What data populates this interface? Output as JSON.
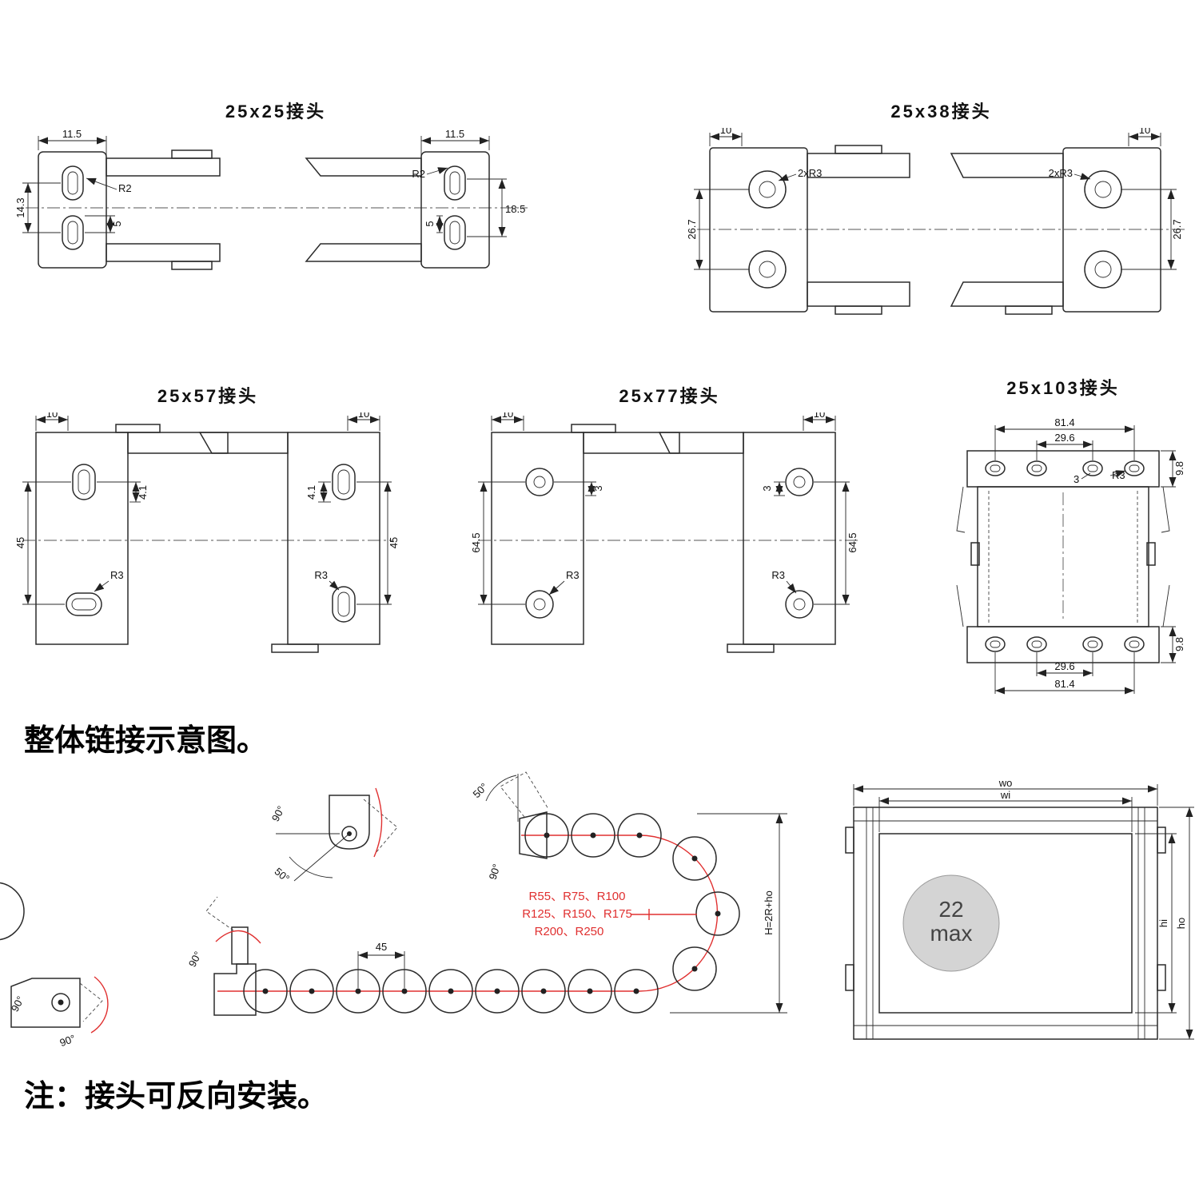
{
  "headings": {
    "schematic": "整体链接示意图。",
    "note": "注：接头可反向安装。"
  },
  "fig2525": {
    "title": "25x25接头",
    "l_w": "11.5",
    "l_h": "14.3",
    "l_s": "5",
    "l_r": "R2",
    "r_w": "11.5",
    "r_h": "18.5",
    "r_s": "5",
    "r_r": "R2"
  },
  "fig2538": {
    "title": "25x38接头",
    "l_w": "10",
    "l_h": "26.7",
    "l_r": "2xR3",
    "r_w": "10",
    "r_h": "26.7",
    "r_r": "2xR3"
  },
  "fig2557": {
    "title": "25x57接头",
    "l_w": "10",
    "l_o": "4.1",
    "l_h": "45",
    "l_r": "R3",
    "r_w": "10",
    "r_o": "4.1",
    "r_h": "45",
    "r_r": "R3"
  },
  "fig2577": {
    "title": "25x77接头",
    "l_w": "10",
    "l_o": "3",
    "l_h": "64.5",
    "l_r": "R3",
    "r_w": "10",
    "r_o": "3",
    "r_h": "64.5",
    "r_r": "R3"
  },
  "fig25103": {
    "title": "25x103接头",
    "t_w1": "81.4",
    "t_w2": "29.6",
    "t_o": "3",
    "t_r": "R3",
    "t_t": "9.8",
    "b_w2": "29.6",
    "b_w1": "81.4",
    "b_t": "9.8"
  },
  "chain": {
    "a90": "90°",
    "a50": "50°",
    "pitch": "45",
    "height": "H=2R+ho",
    "r1": "R55、R75、R100",
    "r2": "R125、R150、R175",
    "r3": "R200、R250"
  },
  "section": {
    "wo": "wo",
    "wi": "wi",
    "hi": "hi",
    "ho": "ho",
    "val": "22",
    "max": "max"
  }
}
